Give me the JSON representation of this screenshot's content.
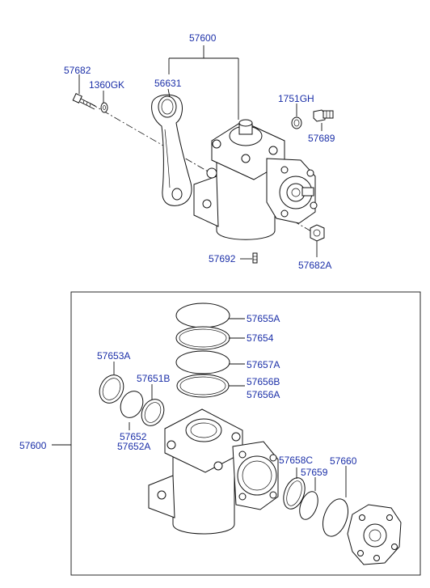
{
  "callouts": {
    "top_assembly": "57600",
    "bolt": "57682",
    "washer": "1360GK",
    "pitman_arm": "56631",
    "gasket": "1751GH",
    "fitting": "57689",
    "grease_nipple": "57692",
    "nut": "57682A",
    "kit_assembly": "57600",
    "oring_top": "57655A",
    "seal_top": "57654",
    "oring_mid": "57657A",
    "seal_b": "57656B",
    "seal_a": "57656A",
    "seal_left": "57653A",
    "seal_left_b": "57651B",
    "seal_left_c": "57652",
    "seal_left_d": "57652A",
    "seal_right_c": "57658C",
    "seal_right": "57659",
    "oring_right": "57660"
  },
  "colors": {
    "label": "#1b2fa8",
    "line": "#111111",
    "background": "#ffffff"
  }
}
